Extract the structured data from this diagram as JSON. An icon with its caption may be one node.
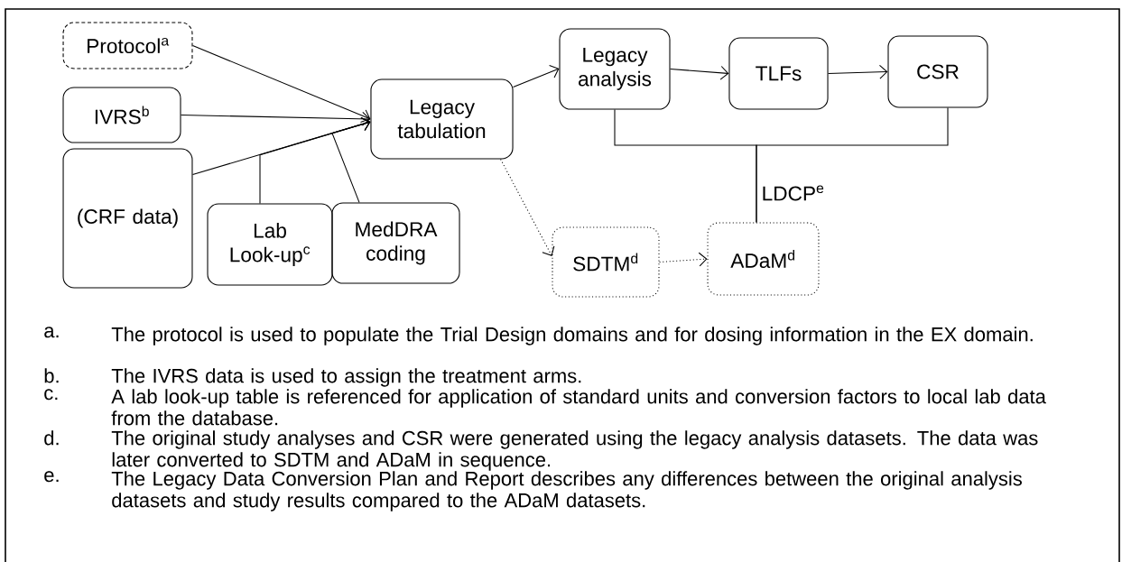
{
  "diagram": {
    "nodes": [
      {
        "text": [
          "Protocol$^{a}$"
        ]
      },
      {
        "text": [
          "IVRS$^{b}$"
        ]
      },
      {
        "text": [
          "(CRF data)"
        ]
      },
      {
        "text": [
          "Lab Look-up$^{c}$"
        ]
      },
      {
        "text": [
          "MedDRA coding"
        ]
      },
      {
        "text": [
          "Legacy tabulation"
        ]
      },
      {
        "text": [
          "Legacy analysis"
        ]
      },
      {
        "text": [
          "TLFs"
        ]
      },
      {
        "text": [
          "CSR"
        ]
      },
      {
        "text": [
          "SDTM$^{d}$"
        ]
      },
      {
        "text": [
          "ADaM$^{d}$"
        ]
      }
    ],
    "edges": [
      {
        "from": 0,
        "to": 5,
        "arrow": "to"
      },
      {
        "from": 1,
        "to": 5,
        "arrow": "to"
      },
      {
        "from": 2,
        "to": 5,
        "arrow": "to"
      },
      {
        "from": 3,
        "to": 5,
        "arrow": "to"
      },
      {
        "from": 4,
        "to": 5,
        "arrow": "to"
      },
      {
        "from": 5,
        "to": 6,
        "arrow": "to"
      },
      {
        "from": 6,
        "to": 7,
        "arrow": "to"
      },
      {
        "from": 7,
        "to": 8,
        "arrow": "to"
      },
      {
        "from": 5,
        "to": 9,
        "arrow": "to",
        "style": "dashed"
      },
      {
        "from": 9,
        "to": 10,
        "arrow": "to",
        "style": "dashed"
      },
      {
        "from": 6,
        "to": 10,
        "arrow": "none",
        "label": "LDCP$^{e}$"
      },
      {
        "from": 8,
        "to": 10,
        "arrow": "none"
      }
    ],
    "labels": [
      "a.",
      "The protocol is used to populate the Trial Design domains and for dosing information in the EX domain.",
      "b.",
      "The IVRS data is used to assign the treatment arms.",
      "c.",
      "A lab look-up table is referenced for application of standard units and conversion factors to local lab data from the database.",
      "d.",
      "The original study analyses and CSR were generated using the legacy analysis datasets.  The data was later converted to SDTM and ADaM in sequence.",
      "e.",
      "The Legacy Data Conversion Plan and Report describes any differences between the original analysis datasets and study results compared to the ADaM datasets."
    ]
  }
}
